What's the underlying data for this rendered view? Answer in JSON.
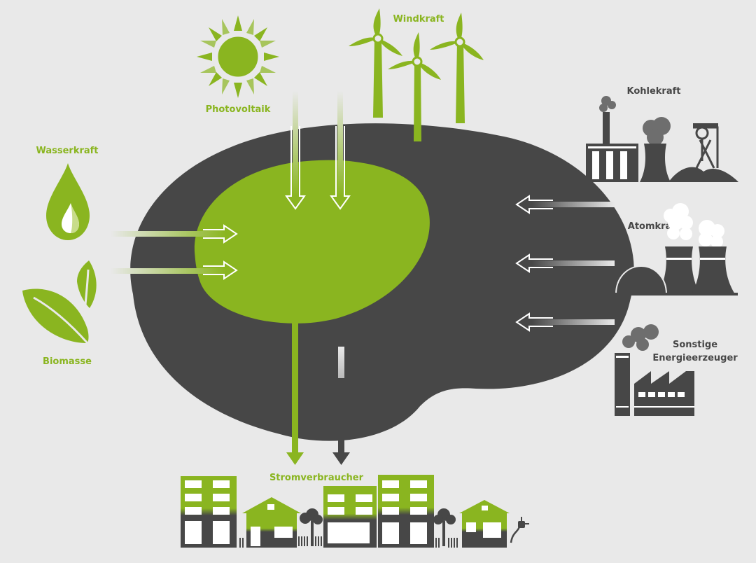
{
  "colors": {
    "background": "#e9e9e9",
    "green": "#8ab520",
    "dark": "#474747",
    "mid": "#6e6e6e",
    "white": "#ffffff"
  },
  "labels": {
    "photovoltaik": "Photovoltaik",
    "windkraft": "Windkraft",
    "wasserkraft": "Wasserkraft",
    "biomasse": "Biomasse",
    "kohlekraft": "Kohlekraft",
    "atomkraft": "Atomkraft",
    "sonstige_line1": "Sonstige",
    "sonstige_line2": "Energieerzeuger",
    "stromverbraucher": "Stromverbraucher"
  },
  "icons": {
    "sun": "sun-icon",
    "wind": "wind-turbine-icon",
    "water": "water-drop-icon",
    "biomass": "leaf-icon",
    "coal": "coal-plant-icon",
    "nuclear": "nuclear-plant-icon",
    "factory": "factory-icon",
    "consumers": "city-icon"
  }
}
